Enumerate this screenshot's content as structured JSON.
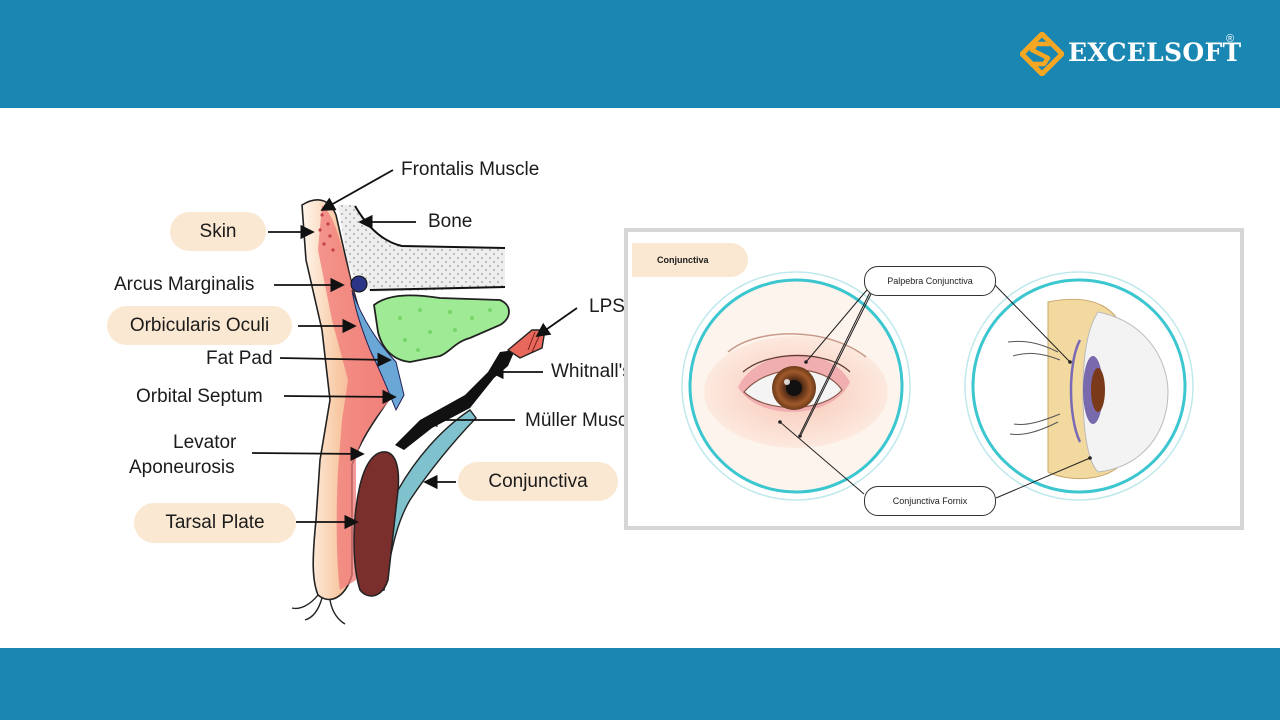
{
  "brand": {
    "name": "EXCELSOFT",
    "registered": "®"
  },
  "diagram_labels": {
    "frontalis": "Frontalis Muscle",
    "skin": "Skin",
    "bone": "Bone",
    "arcus": "Arcus Marginalis",
    "orbicularis": "Orbicularis Oculi",
    "fat_pad": "Fat Pad",
    "orbital_septum": "Orbital Septum",
    "levator_1": "Levator",
    "levator_2": "Aponeurosis",
    "tarsal": "Tarsal Plate",
    "lps": "LPS M",
    "whitnall": "Whitnall's",
    "muller": "Müller Muscle",
    "conjunctiva": "Conjunctiva"
  },
  "panel": {
    "tag": "Conjunctiva",
    "palpebra": "Palpebra Conjunctiva",
    "fornix": "Conjunctiva Fornix"
  },
  "colors": {
    "bar": "#1a87b3",
    "pill": "#fbe8d2",
    "ring": "#3cc6cf",
    "logo_accent": "#f5a623"
  }
}
